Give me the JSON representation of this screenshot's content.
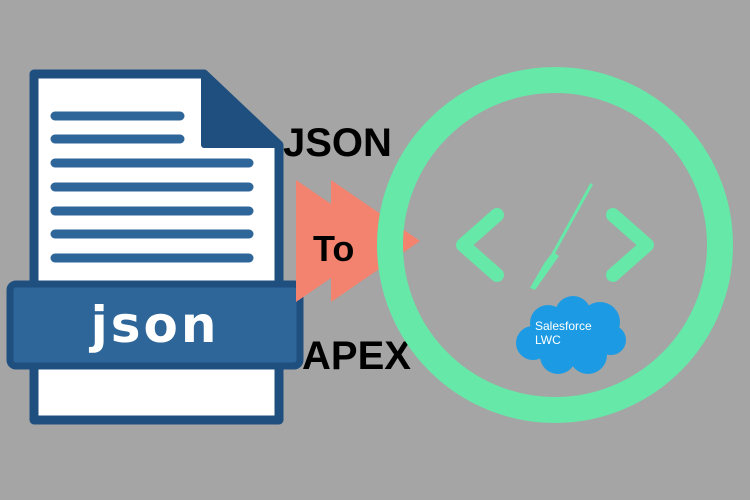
{
  "file": {
    "label": "json",
    "colors": {
      "page": "#ffffff",
      "outline": "#1f4f7f",
      "band": "#2e6699",
      "lines": "#2e6699"
    }
  },
  "conversion": {
    "from": "JSON",
    "connector": "To",
    "to": "APEX",
    "arrow_color": "#f3826e"
  },
  "badge": {
    "ring_color": "#66e8a8",
    "icon": "code-brush-icon",
    "cloud": {
      "line1": "Salesforce",
      "line2": "LWC",
      "color": "#1c9be4"
    }
  },
  "background_color": "#a5a5a5"
}
